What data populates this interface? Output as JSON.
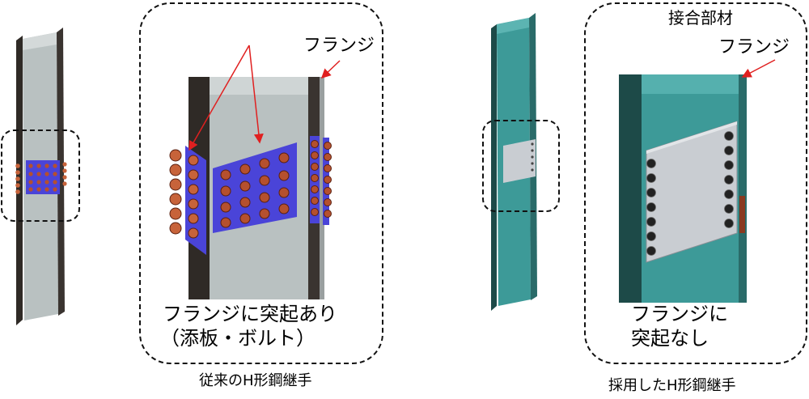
{
  "left": {
    "flange_label": "フランジ",
    "callout_line1": "フランジに突起あり",
    "callout_line2": "（添板・ボルト）",
    "caption": "従来のH形鋼継手"
  },
  "right": {
    "member_label": "接合部材",
    "flange_label": "フランジ",
    "callout_line1": "フランジに",
    "callout_line2": "突起なし",
    "caption": "採用したH形鋼継手"
  },
  "colors": {
    "steel_grey": "#b9c1c1",
    "steel_dark": "#2f2a26",
    "teal": "#3d9a98",
    "teal_dark": "#1d4a48",
    "splice_blue": "#4a44d8",
    "bolt_copper": "#b5502e",
    "plate_silver": "#c9cdd2",
    "arrow_red": "#e02020"
  }
}
